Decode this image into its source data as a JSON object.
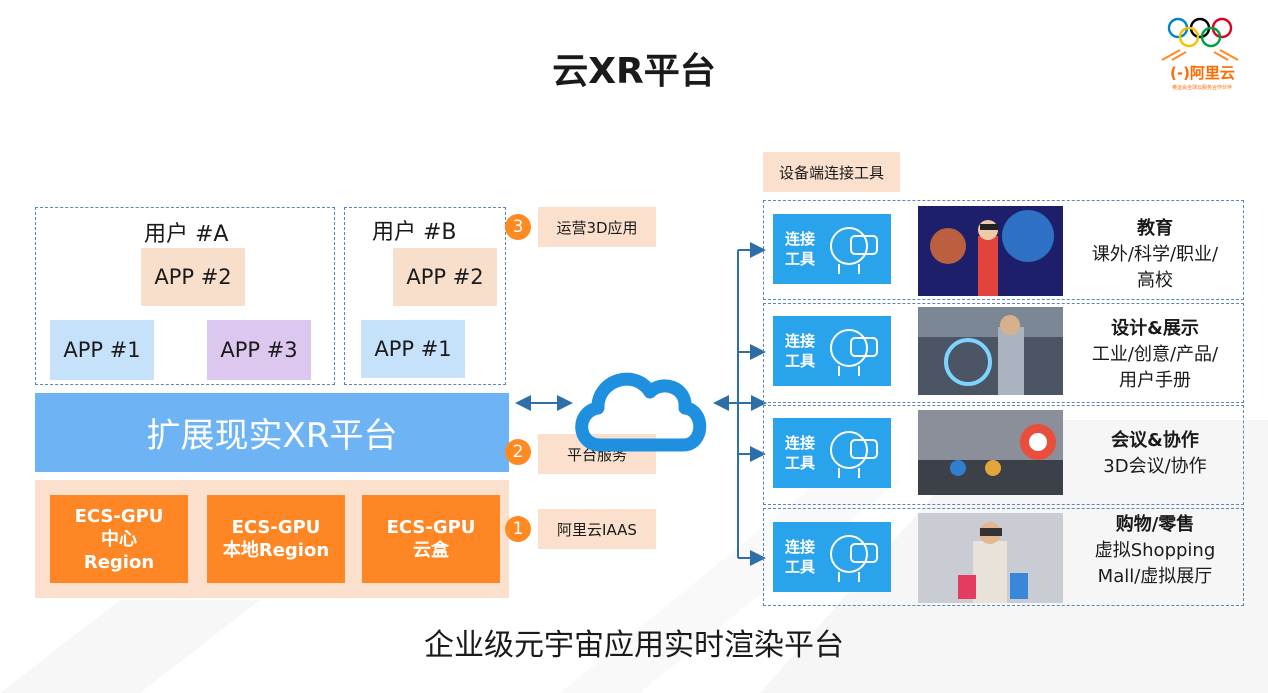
{
  "title": "云XR平台",
  "subtitle": "企业级元宇宙应用实时渲染平台",
  "logo": {
    "brand": "(-)阿里云",
    "small": "奥运会全球云服务合作伙伴",
    "icon": "olympic-rings-icon"
  },
  "users": {
    "a": {
      "title": "用户 #A",
      "apps": [
        "APP #2",
        "APP #1",
        "APP #3"
      ]
    },
    "b": {
      "title": "用户 #B",
      "apps": [
        "APP #2",
        "APP #1"
      ]
    }
  },
  "platform_label": "扩展现实XR平台",
  "ecs": [
    {
      "line1": "ECS-GPU",
      "line2": "中心",
      "line3": "Region"
    },
    {
      "line1": "ECS-GPU",
      "line2": "本地Region",
      "line3": ""
    },
    {
      "line1": "ECS-GPU",
      "line2": "云盒",
      "line3": ""
    }
  ],
  "steps": [
    {
      "num": "3",
      "label": "运营3D应用"
    },
    {
      "num": "2",
      "label": "平台服务"
    },
    {
      "num": "1",
      "label": "阿里云IAAS"
    }
  ],
  "device_tool_header": "设备端连接工具",
  "connect_label": [
    "连接",
    "工具"
  ],
  "rows": [
    {
      "title": "教育",
      "lines": [
        "课外/科学/职业/",
        "高校"
      ]
    },
    {
      "title": "设计&展示",
      "lines": [
        "工业/创意/产品/",
        "用户手册"
      ]
    },
    {
      "title": "会议&协作",
      "lines": [
        "3D会议/协作",
        ""
      ]
    },
    {
      "title": "购物/零售",
      "lines": [
        "虚拟Shopping",
        "Mall/虚拟展厅"
      ]
    }
  ],
  "colors": {
    "orange": "#ff8624",
    "blue_bar": "#6eb4f4",
    "connector_blue": "#28a3ec",
    "peach": "#fbe1cd"
  }
}
